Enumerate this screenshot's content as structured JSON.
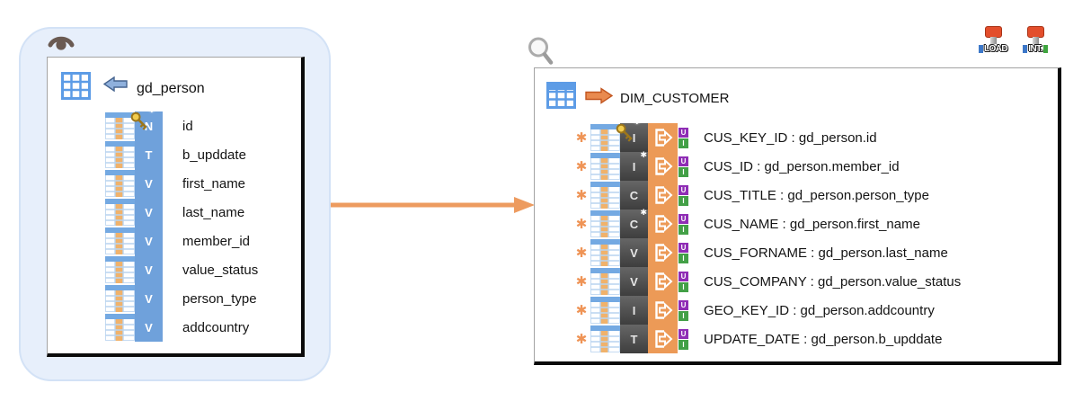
{
  "left_group": {
    "eye_icon": "eye-icon",
    "panel": {
      "title": "gd_person",
      "direction_icon": "arrow-left-icon",
      "rows": [
        {
          "label": "id",
          "type": "N",
          "key": true
        },
        {
          "label": "b_upddate",
          "type": "T"
        },
        {
          "label": "first_name",
          "type": "V"
        },
        {
          "label": "last_name",
          "type": "V"
        },
        {
          "label": "member_id",
          "type": "V"
        },
        {
          "label": "value_status",
          "type": "V"
        },
        {
          "label": "person_type",
          "type": "V"
        },
        {
          "label": "addcountry",
          "type": "V"
        }
      ]
    }
  },
  "right_group": {
    "search_icon": "magnifier-icon",
    "badges": [
      {
        "label": "LOAD"
      },
      {
        "label": "INT."
      }
    ],
    "panel": {
      "title": "DIM_CUSTOMER",
      "direction_icon": "arrow-right-icon",
      "flag_top": "U",
      "flag_bottom": "I",
      "rows": [
        {
          "label": "CUS_KEY_ID : gd_person.id",
          "type": "I",
          "key": true,
          "mandatory": true
        },
        {
          "label": "CUS_ID : gd_person.member_id",
          "type": "I",
          "star": true,
          "mandatory": true
        },
        {
          "label": "CUS_TITLE : gd_person.person_type",
          "type": "C",
          "mandatory": true
        },
        {
          "label": "CUS_NAME : gd_person.first_name",
          "type": "C",
          "star": true,
          "mandatory": true
        },
        {
          "label": "CUS_FORNAME : gd_person.last_name",
          "type": "V",
          "mandatory": true
        },
        {
          "label": "CUS_COMPANY : gd_person.value_status",
          "type": "V",
          "mandatory": true
        },
        {
          "label": "GEO_KEY_ID : gd_person.addcountry",
          "type": "I",
          "mandatory": true
        },
        {
          "label": "UPDATE_DATE : gd_person.b_upddate",
          "type": "T",
          "mandatory": true
        }
      ]
    }
  },
  "colors": {
    "container_blue": "#E7EFFB",
    "accent_blue": "#6FA1DB",
    "accent_orange": "#EC9A57",
    "flow_arrow_orange": "#ED9B5F",
    "badge_dark": "#4A4A4A",
    "flag_purple": "#8F2DB5",
    "flag_green": "#43A047",
    "key_gold": "#F2CC4E",
    "stamp_red": "#E34E2C"
  }
}
